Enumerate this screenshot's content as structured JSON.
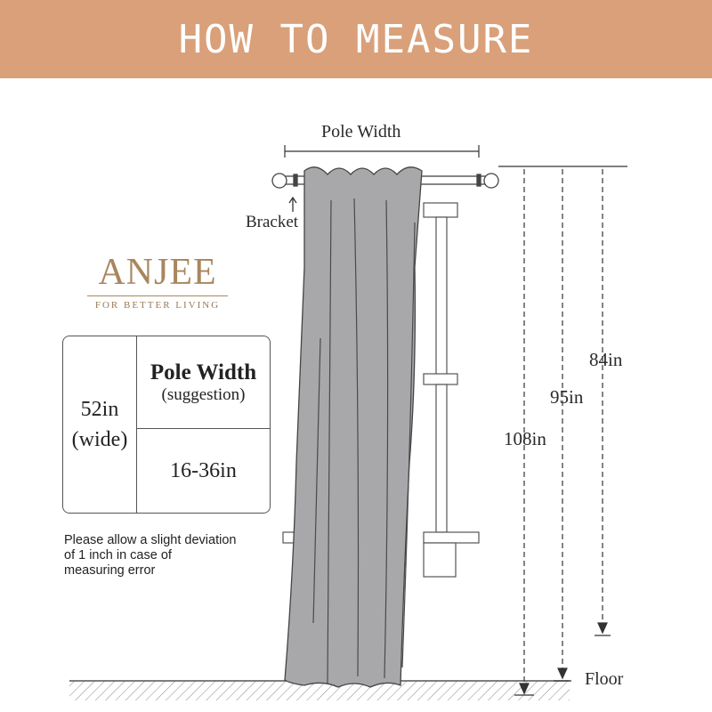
{
  "banner": {
    "title": "HOW TO MEASURE"
  },
  "diagram": {
    "pole_width_label": "Pole Width",
    "bracket_label": "Bracket",
    "floor_label": "Floor",
    "measurements": [
      "84in",
      "95in",
      "108in"
    ]
  },
  "brand": {
    "name": "ANJEE",
    "tagline": "FOR BETTER LIVING"
  },
  "size_table": {
    "width_value": "52in",
    "width_unit": "(wide)",
    "header": "Pole Width",
    "header_note": "(suggestion)",
    "pole_range": "16-36in"
  },
  "note": {
    "lines": [
      "Please allow a slight deviation",
      "of 1 inch in case of",
      "measuring error"
    ]
  },
  "colors": {
    "banner": "#d9a07a",
    "curtain": "#a8a8aa",
    "brand": "#a8865e"
  }
}
